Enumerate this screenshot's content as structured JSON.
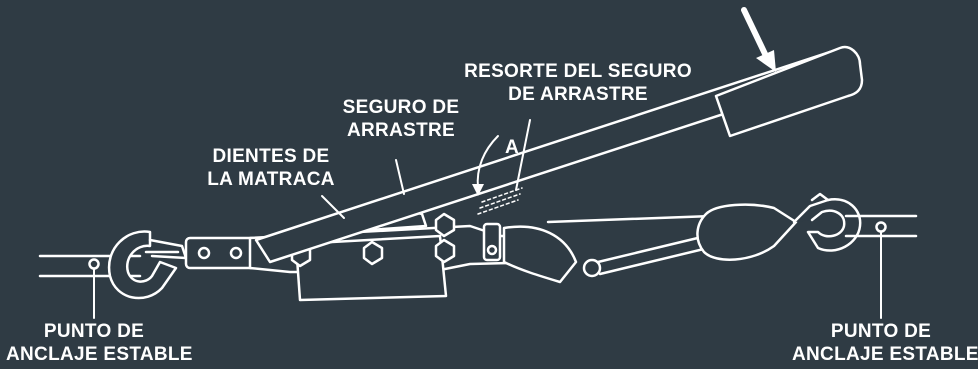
{
  "colors": {
    "background": "#2f3b44",
    "line": "#ffffff",
    "fill": "#2f3b44"
  },
  "labels": {
    "anchor_left": {
      "line1": "PUNTO DE",
      "line2": "ANCLAJE ESTABLE"
    },
    "anchor_right": {
      "line1": "PUNTO DE",
      "line2": "ANCLAJE ESTABLE"
    },
    "ratchet_teeth": {
      "line1": "DIENTES DE",
      "line2": "LA MATRACA"
    },
    "drag_lock": {
      "line1": "SEGURO DE",
      "line2": "ARRASTRE"
    },
    "drag_lock_spring": {
      "line1": "RESORTE DEL SEGURO",
      "line2": "DE ARRASTRE"
    },
    "angle": "A"
  },
  "icons": {
    "push_arrow": "down-left-arrow-icon"
  }
}
